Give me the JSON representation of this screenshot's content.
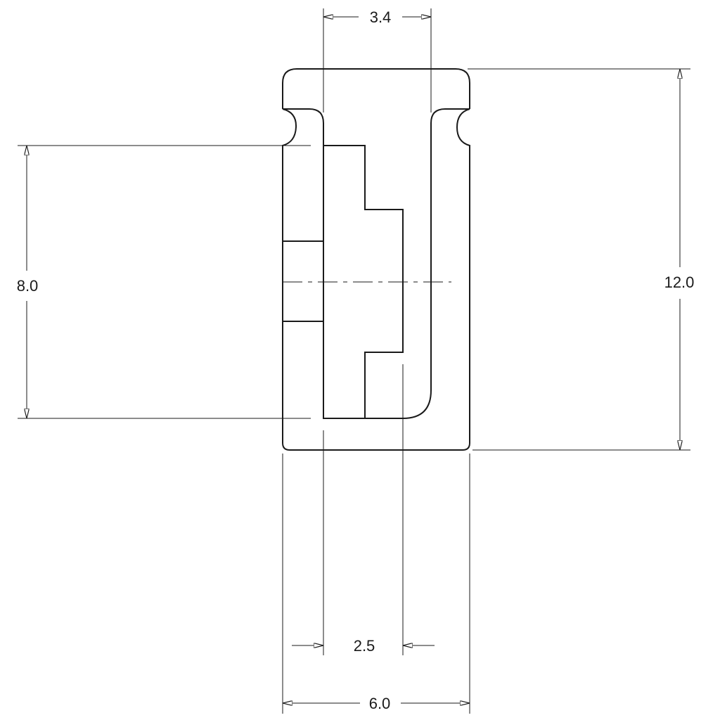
{
  "dimensions": {
    "top_width": "3.4",
    "overall_height": "12.0",
    "left_height": "8.0",
    "inner_width": "2.5",
    "overall_width": "6.0"
  },
  "colors": {
    "line": "#1a1a1a",
    "background": "#ffffff"
  }
}
